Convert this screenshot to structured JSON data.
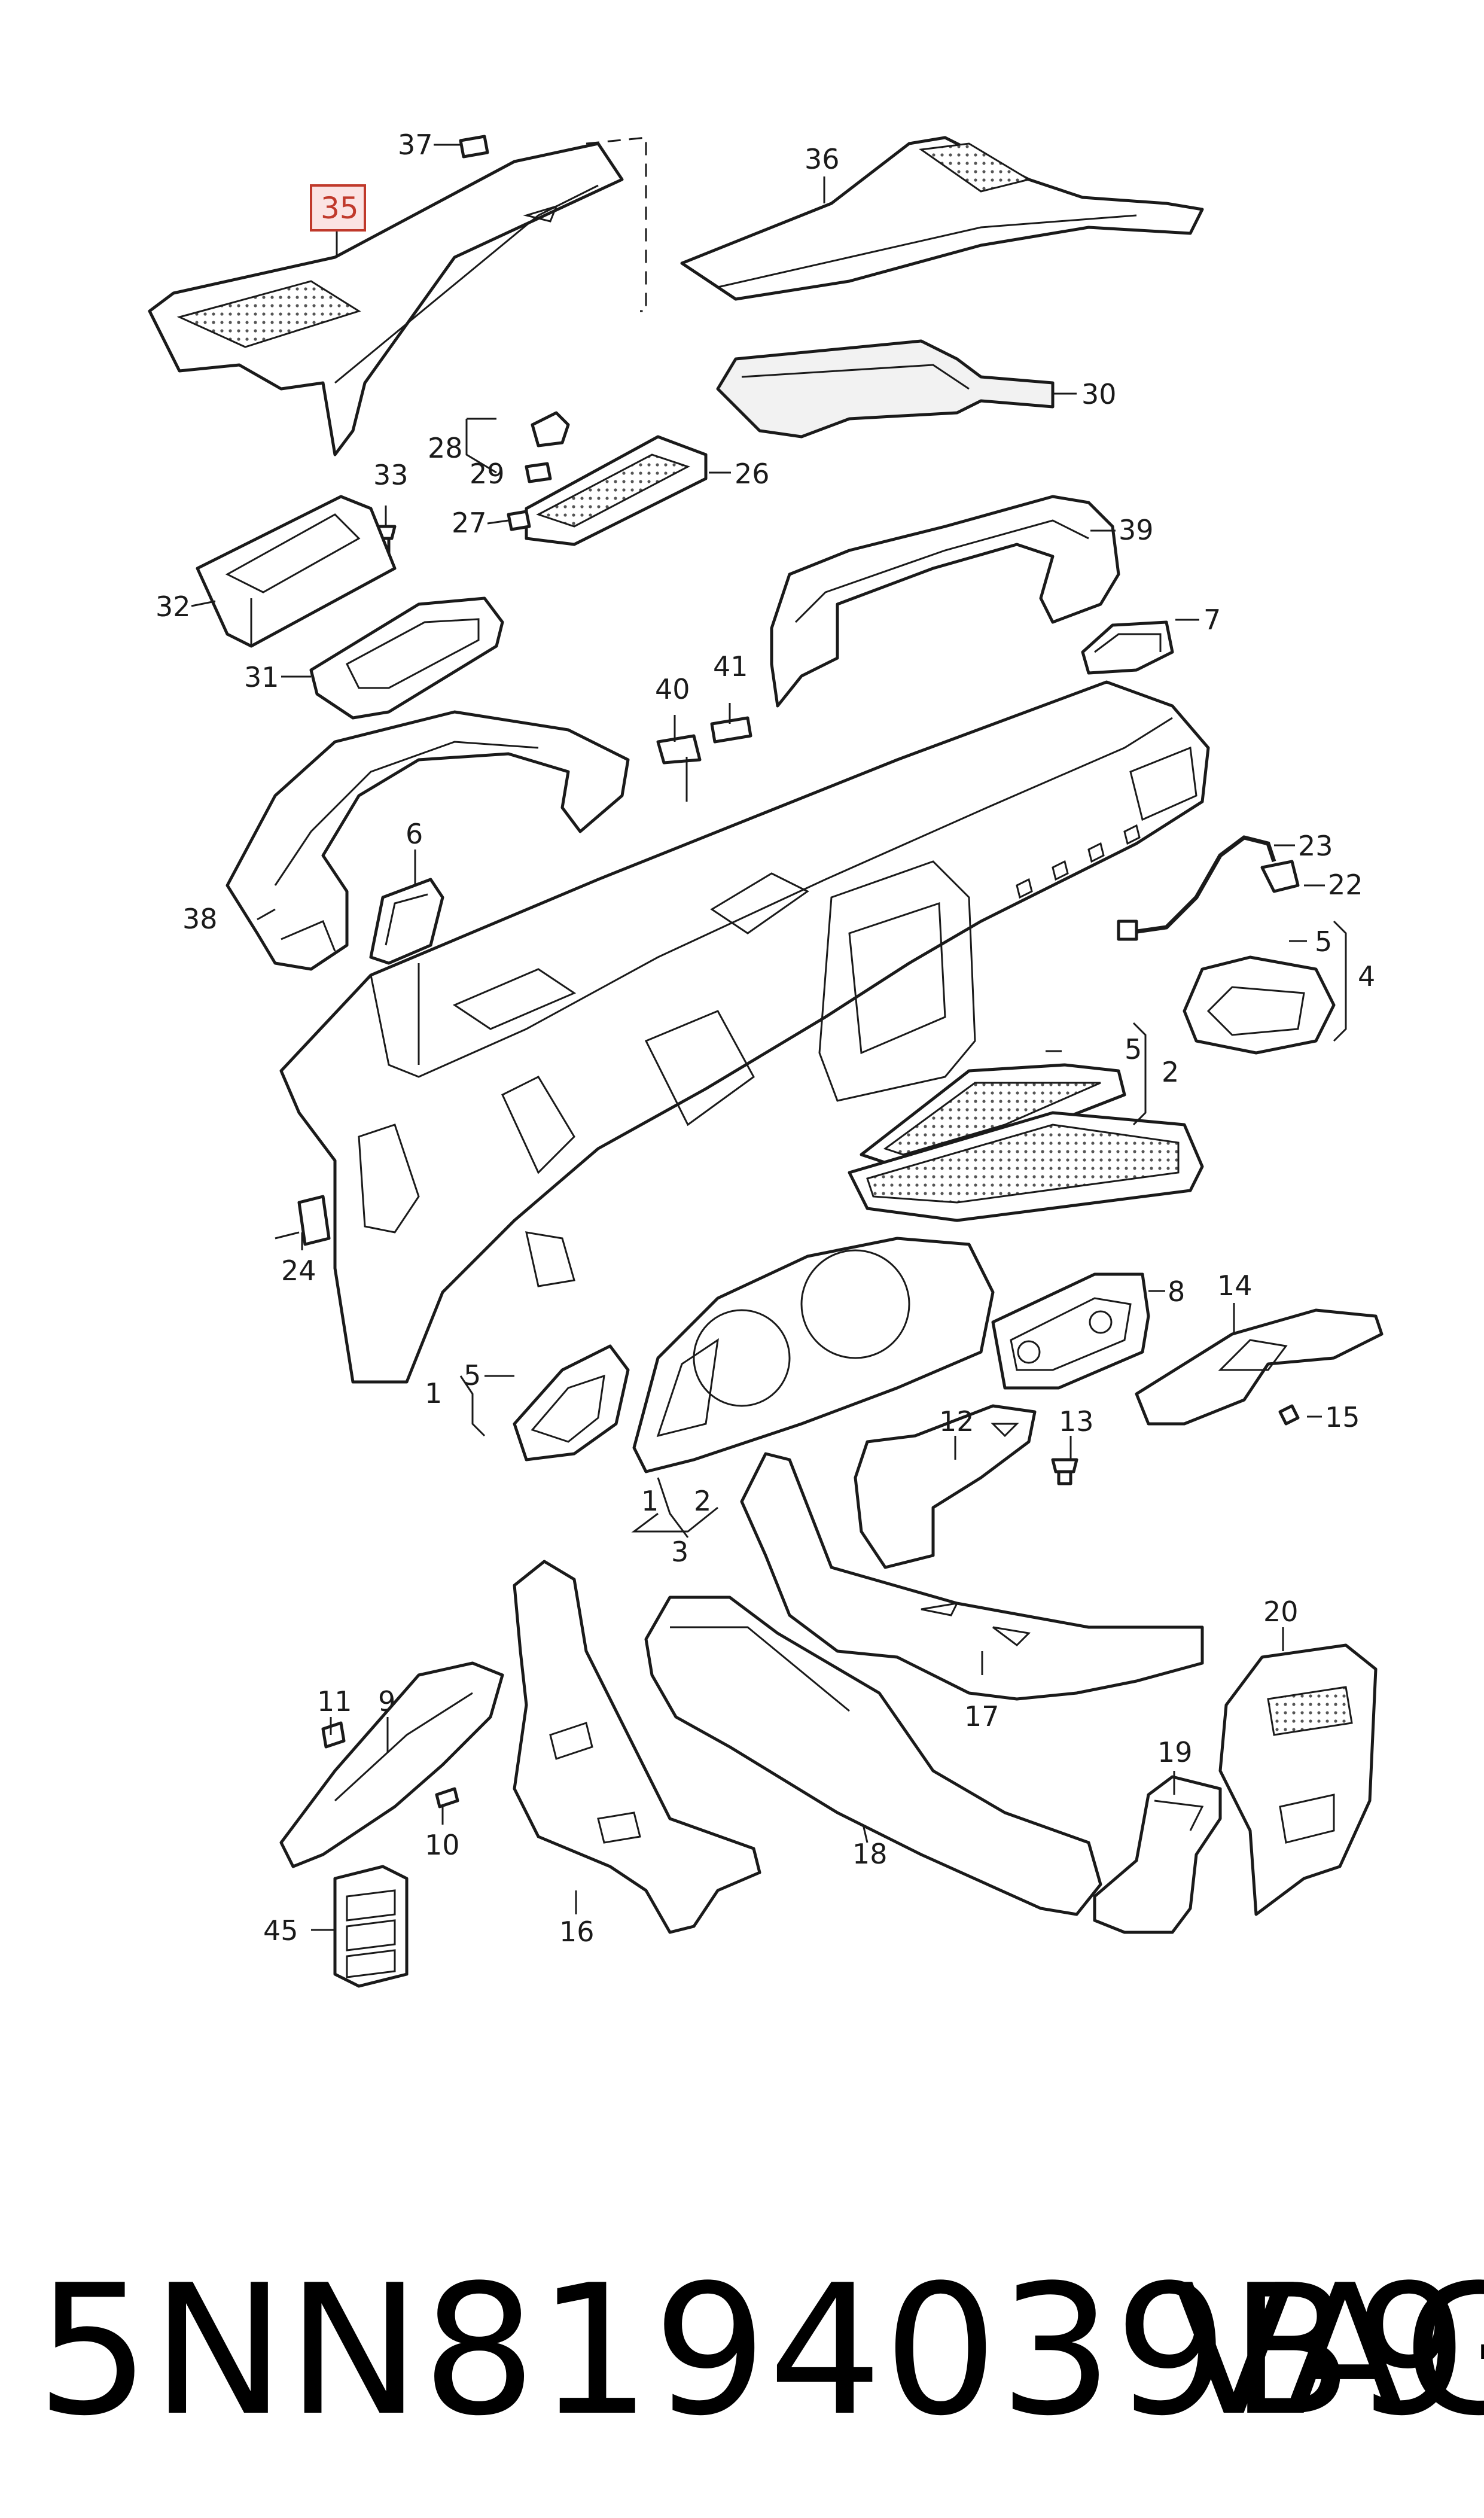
{
  "diagram": {
    "highlighted_callout": "35",
    "highlight_color": "#c0392b",
    "highlight_fill": "#fbe3e3",
    "callouts": {
      "c1a": "1",
      "c1b": "1",
      "c2a": "2",
      "c2b": "2",
      "c3": "3",
      "c4": "4",
      "c5a": "5",
      "c5b": "5",
      "c5c": "5",
      "c6": "6",
      "c7": "7",
      "c8": "8",
      "c9": "9",
      "c10": "10",
      "c11": "11",
      "c12": "12",
      "c13": "13",
      "c14": "14",
      "c15": "15",
      "c16": "16",
      "c17": "17",
      "c18": "18",
      "c19": "19",
      "c20": "20",
      "c22": "22",
      "c23": "23",
      "c24": "24",
      "c26": "26",
      "c27": "27",
      "c28": "28",
      "c29": "29",
      "c30": "30",
      "c31": "31",
      "c32": "32",
      "c33": "33",
      "c35": "35",
      "c36": "36",
      "c37": "37",
      "c38": "38",
      "c39": "39",
      "c40": "40",
      "c41": "41",
      "c45": "45"
    }
  },
  "footer": {
    "part_number": "5NN8194039B9",
    "brand": "VAG"
  }
}
